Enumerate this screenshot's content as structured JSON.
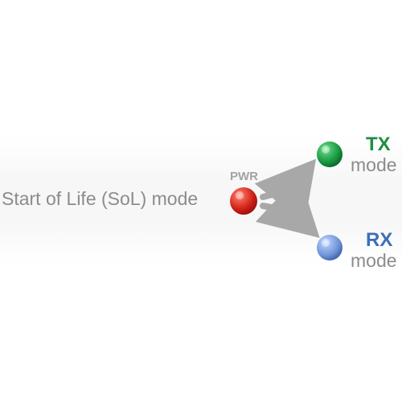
{
  "diagram": {
    "start_label": "Start of Life (SoL) mode",
    "power_label": "PWR",
    "tx": {
      "label": "TX",
      "sublabel": "mode",
      "color": "#1e8f3f"
    },
    "rx": {
      "label": "RX",
      "sublabel": "mode",
      "color": "#3c6fb7"
    },
    "colors": {
      "power_node": "#d8231a",
      "tx_node": "#1c9b45",
      "rx_node": "#6f95d6",
      "arrow": "#a8a8a8",
      "muted_text": "#8c8c8c"
    },
    "icons": {
      "power_node": "red-circle-node",
      "tx_node": "green-circle-node",
      "rx_node": "blue-circle-node",
      "arrows": "curved-arrow"
    }
  }
}
